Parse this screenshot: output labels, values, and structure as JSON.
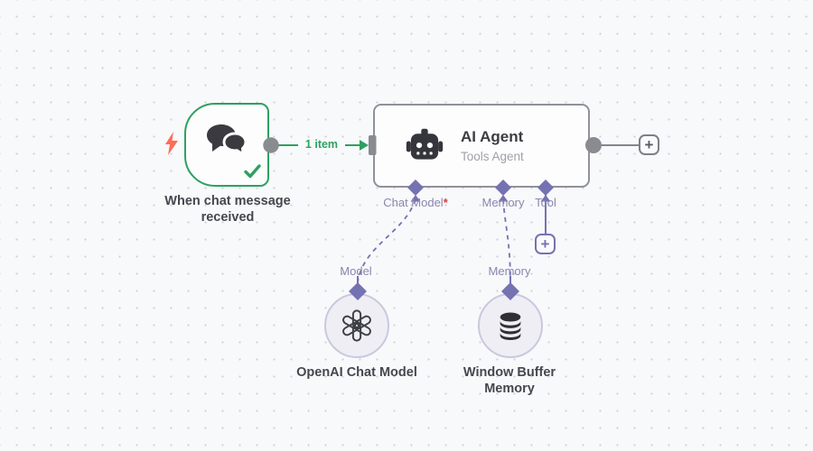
{
  "ui": {
    "plus": "+",
    "required_marker": "*"
  },
  "colors": {
    "success_green": "#2da160",
    "connector_purple": "#7572b2",
    "required_red": "#e23c3c",
    "trigger_bolt_coral": "#ff6c57",
    "connector_gray": "#8a8b91"
  },
  "trigger_node": {
    "label": "When chat message received"
  },
  "main_connection": {
    "items_label": "1 item"
  },
  "agent_node": {
    "title": "AI Agent",
    "subtitle": "Tools Agent",
    "ports": {
      "chat_model": "Chat Model",
      "memory": "Memory",
      "tool": "Tool"
    }
  },
  "openai_node": {
    "port_label": "Model",
    "label": "OpenAI Chat Model"
  },
  "memory_node": {
    "port_label": "Memory",
    "label": "Window Buffer Memory"
  }
}
